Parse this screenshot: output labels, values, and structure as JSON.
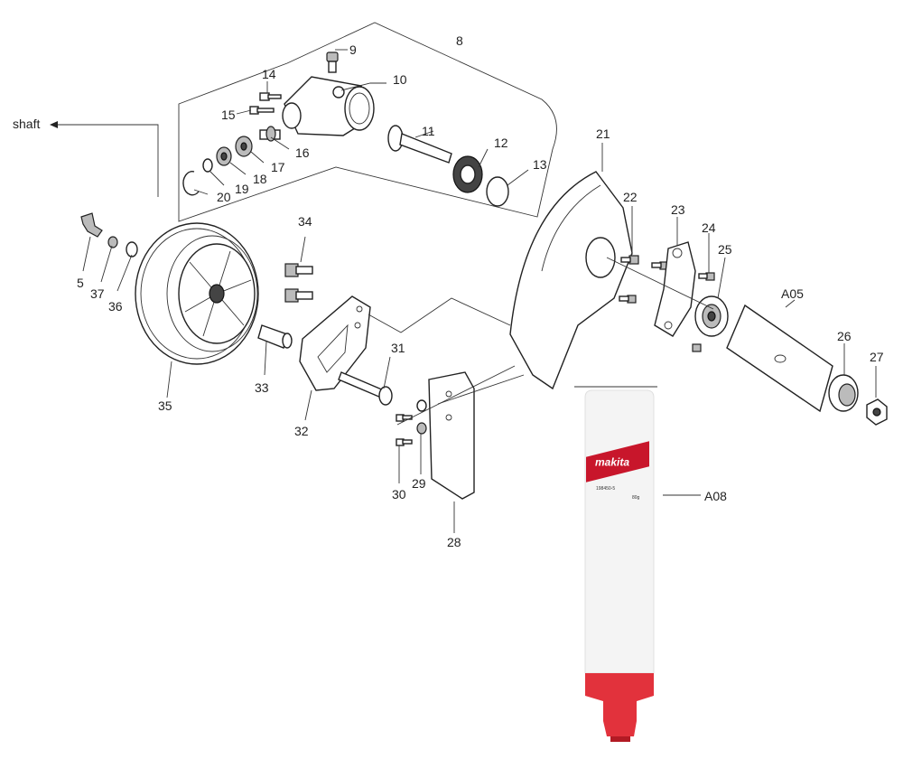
{
  "title": "",
  "shaft_label": "shaft",
  "callouts": {
    "c5": "5",
    "c8": "8",
    "c9": "9",
    "c10": "10",
    "c11": "11",
    "c12": "12",
    "c13": "13",
    "c14": "14",
    "c15": "15",
    "c16": "16",
    "c17": "17",
    "c18": "18",
    "c19": "19",
    "c20": "20",
    "c21": "21",
    "c22": "22",
    "c23": "23",
    "c24": "24",
    "c25": "25",
    "c26": "26",
    "c27": "27",
    "c28": "28",
    "c29": "29",
    "c30": "30",
    "c31": "31",
    "c32": "32",
    "c33": "33",
    "c34": "34",
    "c35": "35",
    "c36": "36",
    "c37": "37",
    "cA05": "A05",
    "cA08": "A08"
  },
  "grease_tube": {
    "brand": "makita",
    "code": "198450-5",
    "weight": "80g"
  },
  "colors": {
    "line": "#222222",
    "brand_red": "#c8162b",
    "tube_white": "#f4f4f4",
    "cap_red": "#e2323c"
  }
}
